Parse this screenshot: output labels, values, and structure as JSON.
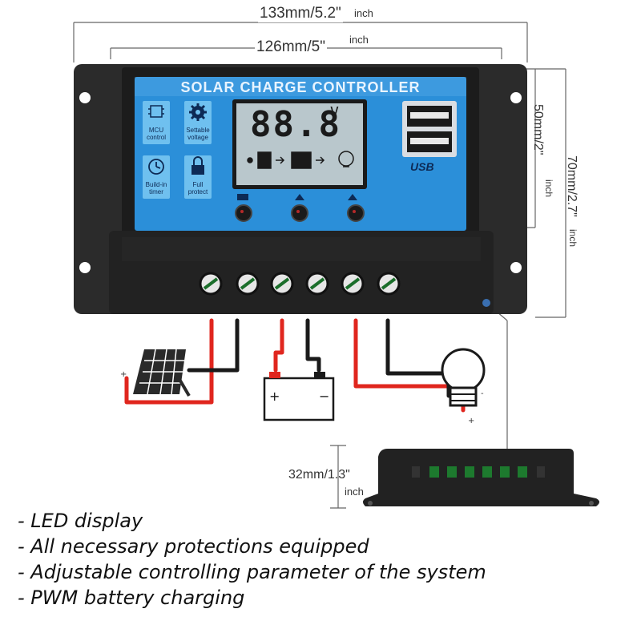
{
  "dimensions": {
    "width_outer": "133mm/5.2\"",
    "width_outer_unit": "inch",
    "width_inner": "126mm/5\"",
    "width_inner_unit": "inch",
    "height_inner": "50mm/2\"",
    "height_inner_unit": "inch",
    "height_outer": "70mm/2.7\"",
    "height_outer_unit": "inch",
    "thickness": "32mm/1.3\"",
    "thickness_unit": "inch"
  },
  "controller": {
    "title": "SOLAR CHARGE CONTROLLER",
    "display_value": "88.8",
    "display_unit": "V",
    "usb_label": "USB",
    "icons": [
      {
        "name": "mcu-icon",
        "label": "MCU control"
      },
      {
        "name": "gear-icon",
        "label": "Settable voltage"
      },
      {
        "name": "clock-icon",
        "label": "Build-in timer"
      },
      {
        "name": "lock-icon",
        "label": "Full protect"
      }
    ]
  },
  "features": [
    "- LED display",
    "-  All necessary protections equipped",
    "-  Adjustable controlling parameter of the system",
    "- PWM battery charging"
  ],
  "colors": {
    "panel_blue": "#2b8fd9",
    "housing": "#2b2b2b",
    "wire_red": "#e0261e",
    "wire_black": "#1a1a1a",
    "lcd": "#b9c7cc"
  }
}
